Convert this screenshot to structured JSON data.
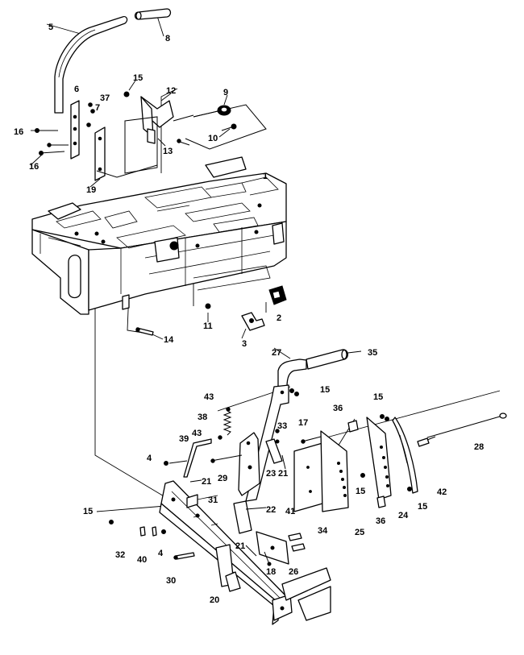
{
  "callouts": {
    "c1": "1",
    "c2": "2",
    "c3": "3",
    "c4a": "4",
    "c4b": "4",
    "c5": "5",
    "c6": "6",
    "c7": "7",
    "c8": "8",
    "c9": "9",
    "c10": "10",
    "c11": "11",
    "c12": "12",
    "c13": "13",
    "c14": "14",
    "c15a": "15",
    "c15b": "15",
    "c15c": "15",
    "c15d": "15",
    "c15e": "15",
    "c15f": "15",
    "c16a": "16",
    "c16b": "16",
    "c17": "17",
    "c18": "18",
    "c19": "19",
    "c20": "20",
    "c21a": "21",
    "c21b": "21",
    "c21c": "21",
    "c22": "22",
    "c23": "23",
    "c24": "24",
    "c25": "25",
    "c26": "26",
    "c27": "27",
    "c28": "28",
    "c29": "29",
    "c30": "30",
    "c31": "31",
    "c32": "32",
    "c33": "33",
    "c34": "34",
    "c35": "35",
    "c36a": "36",
    "c36b": "36",
    "c37": "37",
    "c38": "38",
    "c39": "39",
    "c40": "40",
    "c41": "41",
    "c42": "42",
    "c43a": "43",
    "c43b": "43"
  }
}
